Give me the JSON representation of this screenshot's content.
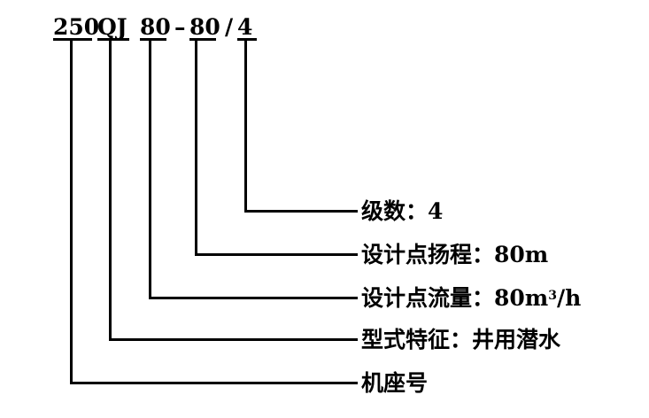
{
  "model_code": {
    "frame_size": "250",
    "type_code": "QJ",
    "flow": "80",
    "dash": "–",
    "head": "80",
    "slash": "/",
    "stages": "4"
  },
  "legend": {
    "stages": "级数：4",
    "head_prefix": "设计点扬程：",
    "head_value": "80m",
    "flow_prefix": "设计点流量：",
    "flow_value": "80m",
    "flow_superscript": "3",
    "flow_suffix": "/h",
    "type": "型式特征：井用潜水",
    "frame": "机座号"
  }
}
